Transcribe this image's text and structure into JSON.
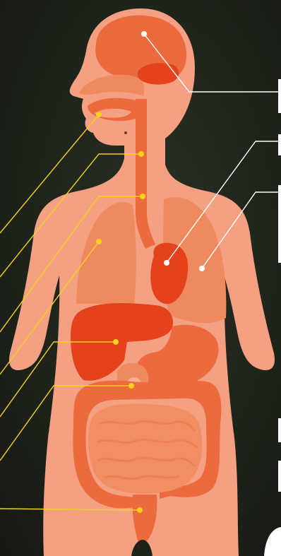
{
  "diagram": {
    "subject": "human-body-organs",
    "colors": {
      "background": "#1f2419",
      "body": "#f4a083",
      "organ_light": "#ef8a5e",
      "organ_mid": "#ec6a3d",
      "organ_dark": "#e4421d",
      "organ_deep": "#d8301a",
      "leader_yellow": "#f2d21a",
      "leader_white": "#ffffff"
    },
    "organs": [
      {
        "id": "brain",
        "leader": "white"
      },
      {
        "id": "mouth",
        "leader": "yellow"
      },
      {
        "id": "esophagus",
        "leader": "yellow"
      },
      {
        "id": "stomach-upper",
        "leader": "yellow"
      },
      {
        "id": "heart",
        "leader": "white"
      },
      {
        "id": "lung",
        "leader": "white"
      },
      {
        "id": "liver",
        "leader": "yellow"
      },
      {
        "id": "stomach",
        "leader": "yellow"
      },
      {
        "id": "pancreas",
        "leader": "yellow"
      },
      {
        "id": "small-intestine",
        "leader": "yellow"
      },
      {
        "id": "large-intestine",
        "leader": "yellow"
      },
      {
        "id": "rectum",
        "leader": "yellow"
      }
    ]
  }
}
